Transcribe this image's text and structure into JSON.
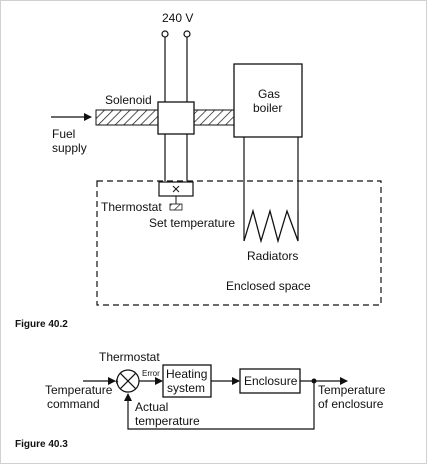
{
  "figure_a": {
    "caption": "Figure 40.2",
    "voltage": "240 V",
    "solenoid": "Solenoid",
    "fuel_line1": "Fuel",
    "fuel_line2": "supply",
    "boiler_line1": "Gas",
    "boiler_line2": "boiler",
    "thermostat": "Thermostat",
    "set_temperature": "Set temperature",
    "radiators": "Radiators",
    "enclosed_space": "Enclosed space"
  },
  "figure_b": {
    "caption": "Figure 40.3",
    "thermostat": "Thermostat",
    "error": "Error",
    "plus": "+",
    "minus": "−",
    "heating_line1": "Heating",
    "heating_line2": "system",
    "enclosure": "Enclosure",
    "temp_cmd_line1": "Temperature",
    "temp_cmd_line2": "command",
    "actual_line1": "Actual",
    "actual_line2": "temperature",
    "temp_out_line1": "Temperature",
    "temp_out_line2": "of enclosure"
  },
  "colors": {
    "line": "#111111",
    "background": "#ffffff",
    "frame": "#d0d0d0"
  }
}
